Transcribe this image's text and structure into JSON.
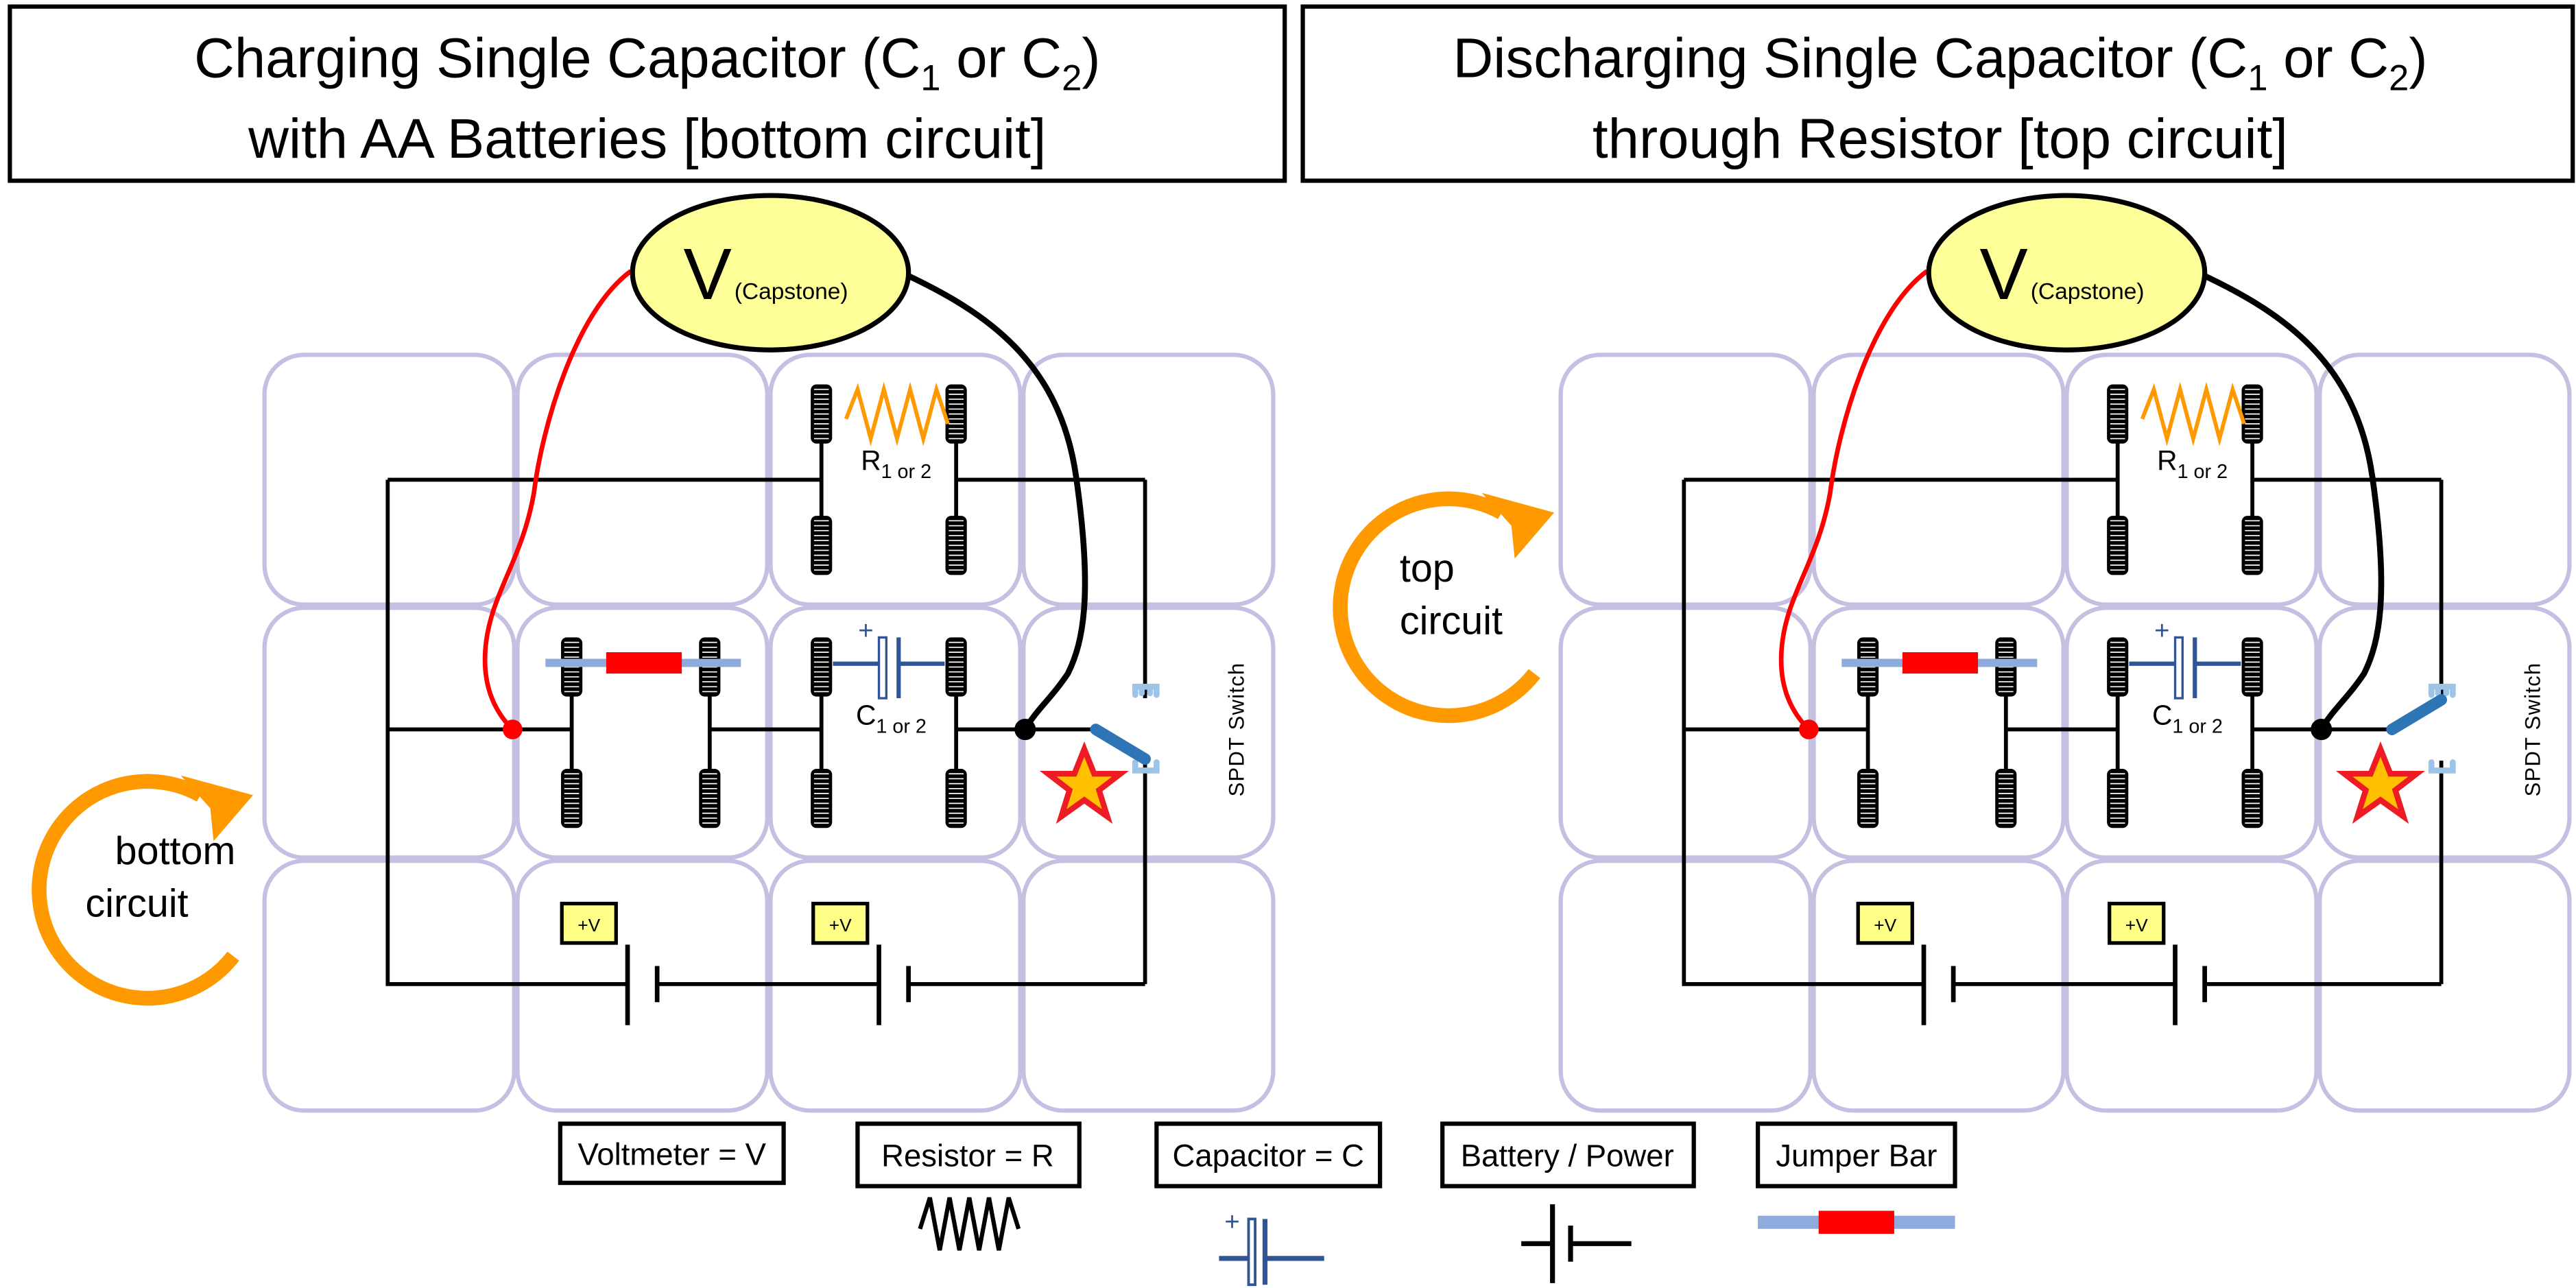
{
  "panels": [
    {
      "id": "charging",
      "title_line1_prefix": "Charging Single Capacitor (C",
      "title_line1_sub1": "1",
      "title_line1_mid": " or C",
      "title_line1_sub2": "2",
      "title_line1_suffix": ")",
      "title_line2": "with AA Batteries [bottom circuit]",
      "loop_label_line1": "bottom",
      "loop_label_line2": "circuit",
      "loop_position": "bottom",
      "switch_position": "bottom",
      "voltmeter": {
        "symbol": "V",
        "label": "(Capstone)"
      },
      "resistor": {
        "label": "R",
        "sub": "1 or 2"
      },
      "capacitor": {
        "label": "C",
        "sub": "1 or 2",
        "polarity": "+"
      },
      "batteries": [
        {
          "label": "+V"
        },
        {
          "label": "+V"
        }
      ],
      "switch_label": "SPDT Switch"
    },
    {
      "id": "discharging",
      "title_line1_prefix": "Discharging Single Capacitor (C",
      "title_line1_sub1": "1",
      "title_line1_mid": " or C",
      "title_line1_sub2": "2",
      "title_line1_suffix": ")",
      "title_line2": "through Resistor [top circuit]",
      "loop_label_line1": "top",
      "loop_label_line2": "circuit",
      "loop_position": "top",
      "switch_position": "top",
      "voltmeter": {
        "symbol": "V",
        "label": "(Capstone)"
      },
      "resistor": {
        "label": "R",
        "sub": "1 or 2"
      },
      "capacitor": {
        "label": "C",
        "sub": "1 or 2",
        "polarity": "+"
      },
      "batteries": [
        {
          "label": "+V"
        },
        {
          "label": "+V"
        }
      ],
      "switch_label": "SPDT Switch"
    }
  ],
  "legend": [
    {
      "label": "Voltmeter = V",
      "icon": "none"
    },
    {
      "label": "Resistor = R",
      "icon": "resistor-zigzag-icon"
    },
    {
      "label": "Capacitor = C",
      "icon": "capacitor-icon",
      "polarity": "+"
    },
    {
      "label": "Battery / Power",
      "icon": "battery-icon"
    },
    {
      "label": "Jumper Bar",
      "icon": "jumper-bar-icon"
    }
  ],
  "colors": {
    "grid_cell_border": "#c5c0e2",
    "voltmeter_fill": "#ffff99",
    "battery_tag_fill": "#ffff88",
    "red_lead": "#ff0000",
    "black_lead": "#000000",
    "resistor": "#ff9900",
    "capacitor": "#2f5597",
    "switch_lever": "#2e75b6",
    "switch_contact": "#9dc3e6",
    "jumper_bar": "#8faadc",
    "jumper_center": "#ff0000",
    "loop_arrow": "#ff9900",
    "star_fill": "#ffc000",
    "star_stroke": "#ed1c24"
  }
}
